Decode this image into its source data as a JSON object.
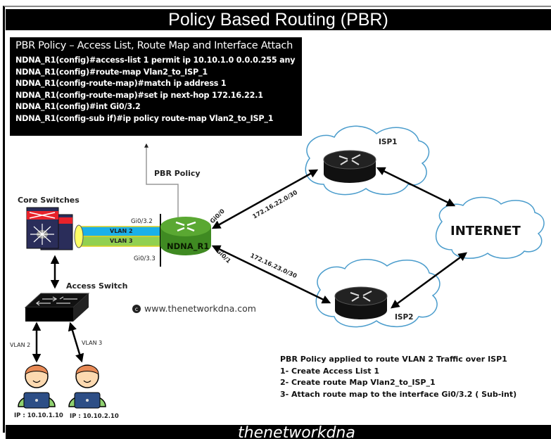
{
  "title": "Policy Based Routing (PBR)",
  "cli": {
    "heading": "PBR Policy – Access List, Route Map and Interface Attach",
    "lines": [
      "NDNA_R1(config)#access-list 1 permit ip 10.10.1.0 0.0.0.255 any",
      "NDNA_R1(config)#route-map Vlan2_to_ISP_1",
      "NDNA_R1(config-route-map)#match ip address 1",
      "NDNA_R1(config-route-map)#set ip next-hop 172.16.22.1",
      "NDNA_R1(config)#int Gi0/3.2",
      "NDNA_R1(config-sub if)#ip policy route-map Vlan2_to_ISP_1"
    ]
  },
  "labels": {
    "pbr_policy": "PBR Policy",
    "core_switches": "Core Switches",
    "access_switch": "Access Switch",
    "router": "NDNA_R1",
    "vlan2_trunk": "VLAN 2",
    "vlan3_trunk": "VLAN 3",
    "gi032": "Gi0/3.2",
    "gi033": "Gi0/3.3",
    "gi00": "Gi0/0",
    "gi01": "Gi0/1",
    "net1": "172.16.22.0/30",
    "net2": "172.16.23.0/30",
    "isp1": "ISP1",
    "isp2": "ISP2",
    "internet": "INTERNET",
    "website": "www.thenetworkdna.com",
    "vlan2_link": "VLAN 2",
    "vlan3_link": "VLAN 3",
    "host1_ip": "IP : 10.10.1.10",
    "host2_ip": "IP : 10.10.2.10"
  },
  "notes": {
    "heading": "PBR Policy applied to route VLAN 2 Traffic over ISP1",
    "steps": [
      "1- Create Access List 1",
      "2- Create route Map Vlan2_to_ISP_1",
      "3- Attach route map to the interface Gi0/3.2 ( Sub-int)"
    ]
  },
  "footer": "thenetworkdna",
  "colors": {
    "router_green": "#4f9a2e",
    "vlan2_blue": "#1ab0e8",
    "vlan3_green": "#92d050",
    "trunk_yellow": "#ffff66",
    "cloud_outline": "#4a9ccc",
    "switch_navy": "#2a2d5a",
    "switch_red": "#e8222a"
  }
}
